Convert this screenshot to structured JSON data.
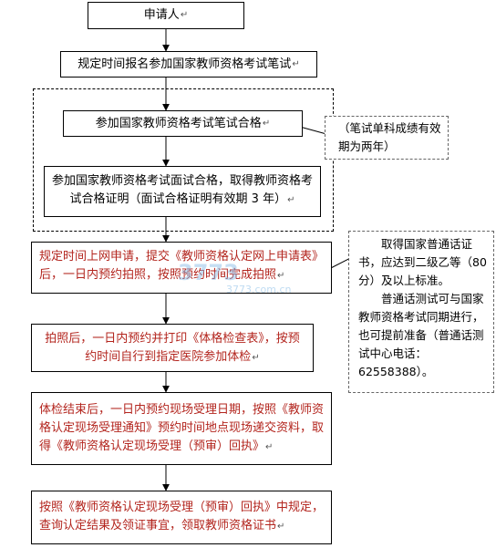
{
  "nodes": {
    "applicant": "申请人",
    "register": "规定时间报名参加国家教师资格考试笔试",
    "written_pass": "参加国家教师资格考试笔试合格",
    "interview_pass": "参加国家教师资格考试面试合格，取得教师资格考试合格证明（面试合格证明有效期 3 年）",
    "online_apply": "规定时间上网申请，提交《教师资格认定网上申请表》后，一日内预约拍照，按照预约时间完成拍照",
    "health_check": "拍照后，一日内预约并打印《体格检查表》，按预约时间自行到指定医院参加体检",
    "onsite_accept": "体检结束后，一日内预约现场受理日期，按照《教师资格认定现场受理通知》预约时间地点现场递交资料，取得《教师资格认定现场受理（预审）回执》",
    "certificate": "按照《教师资格认定现场受理（预审）回执》中规定，查询认定结果及领证事宜，领取教师资格证书"
  },
  "notes": {
    "written_note": "（笔试单科成绩有效期为两年）",
    "mandarin_note_1": "取得国家普通话证书，应达到二级乙等（80 分）及以上标准。",
    "mandarin_note_2": "普通话测试可与国家教师资格考试同期进行，也可提前准备（普通话测试中心电话：62558388）。"
  },
  "watermark": {
    "main": "3773",
    "sub": "3773.com.cn"
  },
  "colors": {
    "red_text": "#b3251e",
    "border": "#000000"
  }
}
